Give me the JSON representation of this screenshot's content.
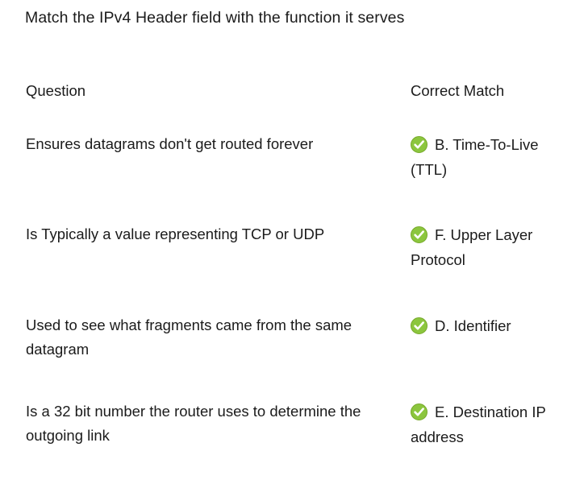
{
  "page": {
    "title": "Match the IPv4 Header field with the function it serves",
    "background_color": "#ffffff",
    "text_color": "#1b1b1b"
  },
  "table": {
    "headers": {
      "question": "Question",
      "correct_match": "Correct Match"
    },
    "status_icon": {
      "name": "green-check-circle-icon",
      "fill_color": "#8CC63E",
      "ring_color": "#76A92A",
      "check_color": "#ffffff"
    },
    "rows": [
      {
        "question": "Ensures datagrams don't get routed forever",
        "match": "B. Time-To-Live (TTL)",
        "icon": "green-check-circle-icon"
      },
      {
        "question": "Is Typically a value representing TCP or UDP",
        "match": "F. Upper Layer Protocol",
        "icon": "green-check-circle-icon"
      },
      {
        "question": "Used to see what fragments came from the same datagram",
        "match": "D. Identifier",
        "icon": "green-check-circle-icon"
      },
      {
        "question": "Is a 32 bit number the router uses to determine the outgoing link",
        "match": "E. Destination IP address",
        "icon": "green-check-circle-icon"
      }
    ]
  }
}
